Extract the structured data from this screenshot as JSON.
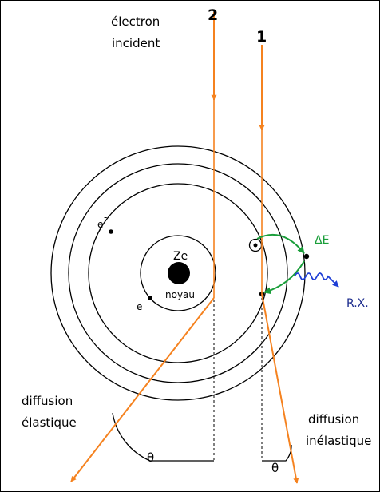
{
  "labels": {
    "electron_incident_line1": "électron",
    "electron_incident_line2": "incident",
    "beam_2": "2",
    "beam_1": "1",
    "electron_upper": "e",
    "electron_lower": "e",
    "electron_charge": "-",
    "nucleus_charge": "Ze",
    "nucleus_name": "noyau",
    "delta_e": "ΔE",
    "xray": "R.X.",
    "elastic_line1": "diffusion",
    "elastic_line2": "élastique",
    "inelastic_line1": "diffusion",
    "inelastic_line2": "inélastique",
    "theta_elastic": "θ",
    "theta_inelastic": "θ"
  },
  "colors": {
    "beam": "#f5821f",
    "transition_arrow": "#1a9e3a",
    "xray_wave": "#1f3fd6",
    "xray_label": "#1a2a8c",
    "delta_e_label": "#1a9e3a",
    "nucleus": "#000000",
    "shell_line": "#000000"
  }
}
